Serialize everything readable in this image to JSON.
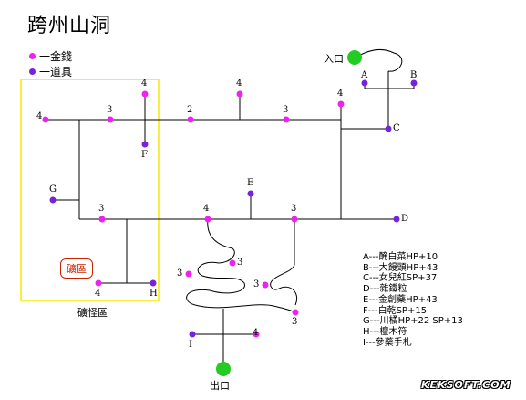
{
  "title": "跨州山洞",
  "legend": [
    {
      "text": "一金錢",
      "color": "#ee22ee"
    },
    {
      "text": "一道具",
      "color": "#7722dd"
    }
  ],
  "labels": {
    "entrance": "入口",
    "exit": "出口",
    "mine": "礦區",
    "mine_monster_area": "礦怪區"
  },
  "items": [
    "A---醃白菜HP+10",
    "B---大饅頭HP+43",
    "C---女兒紅SP+37",
    "D---雜鐵粒",
    "E---金創藥HP+43",
    "F---白乾SP+15",
    "G---川橘HP+22 SP+13",
    "H---檀木符",
    "I---參藥手札"
  ],
  "nodes": [
    {
      "id": "n1",
      "kind": "gold",
      "value": "4"
    },
    {
      "id": "n2",
      "kind": "gold",
      "value": "3"
    },
    {
      "id": "n3",
      "kind": "gold",
      "value": "4"
    },
    {
      "id": "n4",
      "kind": "item",
      "value": "F"
    },
    {
      "id": "n5",
      "kind": "gold",
      "value": "2"
    },
    {
      "id": "n6",
      "kind": "gold",
      "value": "4"
    },
    {
      "id": "n7",
      "kind": "gold",
      "value": "3"
    },
    {
      "id": "n8",
      "kind": "gold",
      "value": "4"
    },
    {
      "id": "n9",
      "kind": "item",
      "value": "A"
    },
    {
      "id": "n10",
      "kind": "item",
      "value": "B"
    },
    {
      "id": "n11",
      "kind": "item",
      "value": "C"
    },
    {
      "id": "n12",
      "kind": "item",
      "value": "G"
    },
    {
      "id": "n13",
      "kind": "gold",
      "value": "3"
    },
    {
      "id": "n14",
      "kind": "gold",
      "value": "4"
    },
    {
      "id": "n15",
      "kind": "item",
      "value": "E"
    },
    {
      "id": "n16",
      "kind": "gold",
      "value": "3"
    },
    {
      "id": "n17",
      "kind": "item",
      "value": "D"
    },
    {
      "id": "n18",
      "kind": "gold",
      "value": "4"
    },
    {
      "id": "n19",
      "kind": "item",
      "value": "H"
    },
    {
      "id": "n20",
      "kind": "gold",
      "value": "3"
    },
    {
      "id": "n21",
      "kind": "gold",
      "value": "3"
    },
    {
      "id": "n22",
      "kind": "gold",
      "value": "3"
    },
    {
      "id": "n23",
      "kind": "gold",
      "value": "3"
    },
    {
      "id": "n24",
      "kind": "item",
      "value": "I"
    },
    {
      "id": "n25",
      "kind": "gold",
      "value": "4"
    }
  ],
  "watermark": "KEKSOFT.COM"
}
